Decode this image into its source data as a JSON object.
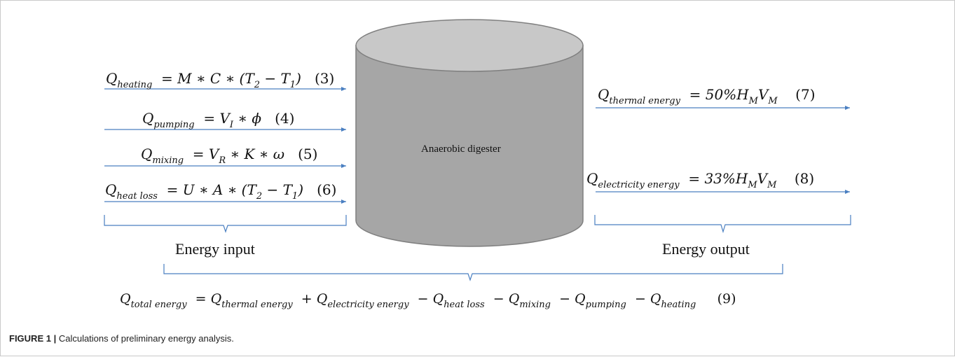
{
  "digester": {
    "label": "Anaerobic digester"
  },
  "inputs": {
    "heating": {
      "q": "Q",
      "sub": "heating",
      "rhs": "= M ∗ C ∗ (T",
      "t2": "2",
      "minus": " − T",
      "t1": "1",
      "close": ")",
      "eq": "(3)"
    },
    "pumping": {
      "q": "Q",
      "sub": "pumping",
      "rhs": "= V",
      "vsub": "I",
      "rest": " ∗ ϕ",
      "eq": "(4)"
    },
    "mixing": {
      "q": "Q",
      "sub": "mixing",
      "rhs": "= V",
      "vsub": "R",
      "rest": " ∗ K ∗ ω",
      "eq": "(5)"
    },
    "heat_loss": {
      "q": "Q",
      "sub": "heat loss",
      "rhs": "= U ∗ A ∗ (T",
      "t2": "2",
      "minus": " − T",
      "t1": "1",
      "close": ")",
      "eq": "(6)"
    },
    "bracket_label": "Energy input"
  },
  "outputs": {
    "thermal": {
      "q": "Q",
      "sub": "thermal energy",
      "rhs": "= 50%H",
      "hsub": "M",
      "v": "V",
      "vsub": "M",
      "eq": "(7)"
    },
    "electricity": {
      "q": "Q",
      "sub": "electricity energy",
      "rhs": "= 33%H",
      "hsub": "M",
      "v": "V",
      "vsub": "M",
      "eq": "(8)"
    },
    "bracket_label": "Energy output"
  },
  "total": {
    "q": "Q",
    "sub": "total energy",
    "t1": "= Q",
    "t1sub": "thermal energy",
    "t2": "+ Q",
    "t2sub": "electricity energy",
    "t3": "− Q",
    "t3sub": "heat loss",
    "t4": "− Q",
    "t4sub": "mixing",
    "t5": "− Q",
    "t5sub": "pumping",
    "t6": "− Q",
    "t6sub": "heating",
    "eq": "(9)"
  },
  "caption": {
    "label": "FIGURE 1 |",
    "text": "Calculations of preliminary energy analysis."
  },
  "colors": {
    "arrow": "#4a7fc1",
    "bracket": "#4a7fc1",
    "cylinder_body": "#a6a6a6",
    "cylinder_top": "#c8c8c8",
    "cylinder_edge": "#7f7f7f"
  }
}
